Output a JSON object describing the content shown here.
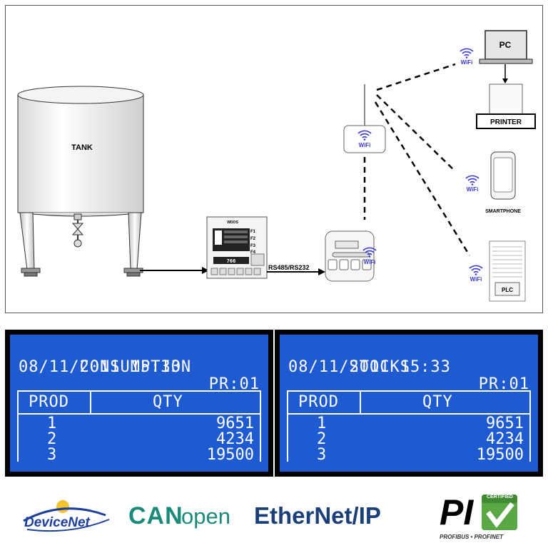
{
  "diagram": {
    "tank_label": "TANK",
    "controller_label": "WDOS",
    "controller_display": "766",
    "controller_keys": [
      "F1",
      "F2",
      "F3",
      "F4"
    ],
    "link_label": "RS485/RS232",
    "wifi_text": "WiFi",
    "pc_label": "PC",
    "printer_label": "PRINTER",
    "smartphone_label": "SMARTPHONE",
    "plc_label": "PLC"
  },
  "lcd_left": {
    "title": "CONSUMPTION",
    "pr": "PR:01",
    "datetime": "08/11/2011 15:33",
    "col_prod": "PROD",
    "col_qty": "QTY",
    "rows": [
      {
        "prod": "1",
        "qty": "9651"
      },
      {
        "prod": "2",
        "qty": "4234"
      },
      {
        "prod": "3",
        "qty": "19500"
      }
    ]
  },
  "lcd_right": {
    "title": "STOCKS",
    "pr": "PR:01",
    "datetime": "08/11/2011 15:33",
    "col_prod": "PROD",
    "col_qty": "QTY",
    "rows": [
      {
        "prod": "1",
        "qty": "9651"
      },
      {
        "prod": "2",
        "qty": "4234"
      },
      {
        "prod": "3",
        "qty": "19500"
      }
    ]
  },
  "logos": {
    "devicenet": "DeviceNet",
    "canopen_bold": "CAN",
    "canopen_light": "open",
    "ethernetip": "EtherNet/IP",
    "pi_mark": "PI",
    "pi_certified": "CERTIFIED",
    "pi_sub": "PROFIBUS • PROFINET"
  },
  "colors": {
    "lcd_bg": "#1f5bd0",
    "wifi_blue": "#3a3ad0",
    "canopen_teal": "#1a8a7a",
    "ethernet_navy": "#1b3f7a",
    "pi_green": "#5aa844"
  }
}
